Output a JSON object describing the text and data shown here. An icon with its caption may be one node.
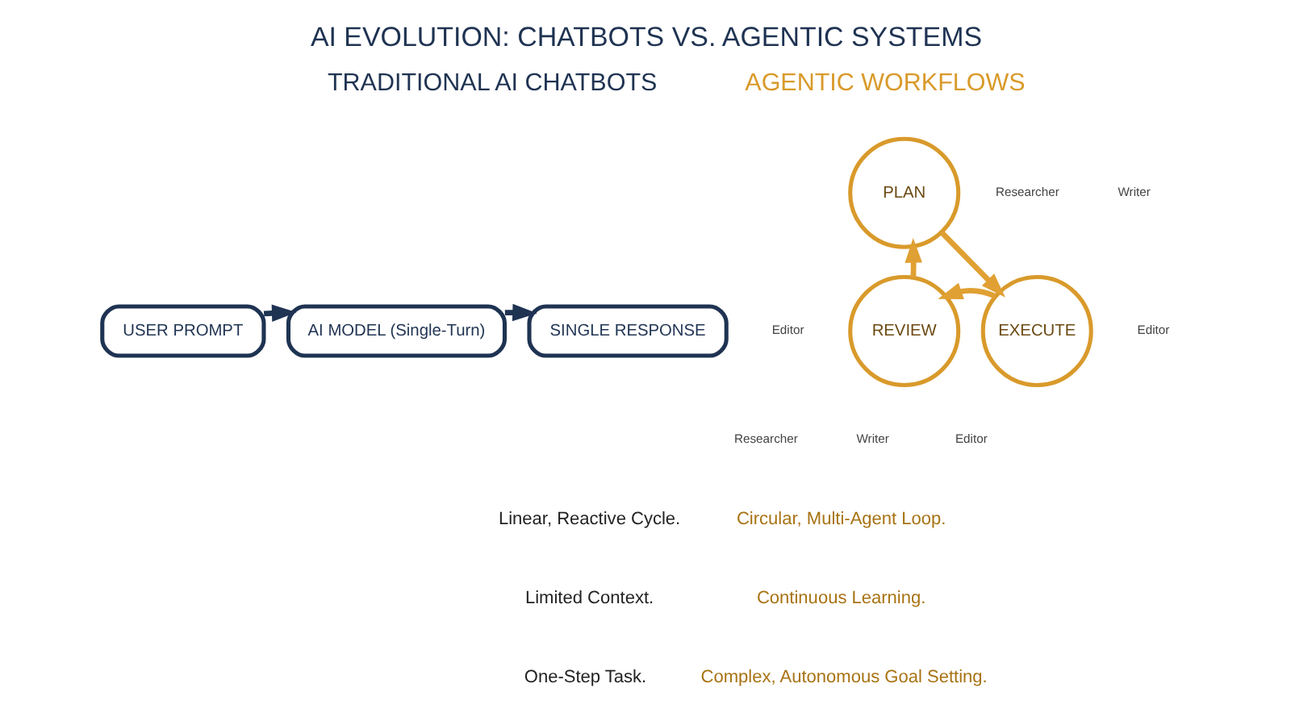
{
  "diagram": {
    "title": "AI EVOLUTION: CHATBOTS VS. AGENTIC SYSTEMS",
    "nodes": [
      {
        "text": [
          "USER PROMPT"
        ]
      },
      {
        "text": [
          "AI MODEL (Single-Turn)"
        ]
      },
      {
        "text": [
          "SINGLE RESPONSE"
        ]
      },
      {
        "text": [
          "PLAN"
        ]
      },
      {
        "text": [
          "EXECUTE"
        ]
      },
      {
        "text": [
          "REVIEW"
        ]
      }
    ],
    "edges": [
      {
        "from": 0,
        "to": 1,
        "arrow": "to",
        "color": "#1f3352"
      },
      {
        "from": 1,
        "to": 2,
        "arrow": "to",
        "color": "#1f3352"
      },
      {
        "from": 3,
        "to": 4,
        "arrow": "to",
        "color": "#e0a033"
      },
      {
        "from": 4,
        "to": 5,
        "arrow": "to",
        "color": "#e0a033"
      },
      {
        "from": 5,
        "to": 3,
        "arrow": "to",
        "color": "#e0a033"
      }
    ],
    "labels": [
      "TRADITIONAL AI CHATBOTS",
      "AGENTIC WORKFLOWS",
      "Researcher",
      "Writer",
      "Editor",
      "Editor",
      "Researcher",
      "Writer",
      "Editor",
      "Linear, Reactive Cycle.",
      "Limited Context.",
      "One-Step Task.",
      "Circular, Multi-Agent Loop.",
      "Continuous Learning.",
      "Complex, Autonomous Goal Setting."
    ]
  }
}
